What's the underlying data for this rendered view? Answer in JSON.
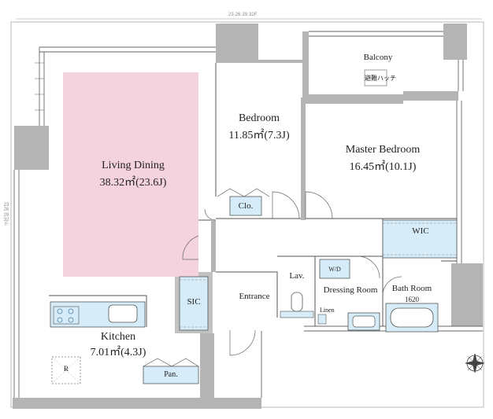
{
  "dimension_marks": {
    "top": "23·26·29·32F",
    "left": [
      "23",
      "26",
      "29",
      "32",
      "F"
    ]
  },
  "rooms": {
    "balcony": {
      "name": "Balcony",
      "tag": "避難ハッチ"
    },
    "living_dining": {
      "name": "Living Dining",
      "area": "38.32㎡(23.6J)"
    },
    "bedroom": {
      "name": "Bedroom",
      "area": "11.85㎡(7.3J)"
    },
    "master_bedroom": {
      "name": "Master Bedroom",
      "area": "16.45㎡(10.1J)"
    },
    "kitchen": {
      "name": "Kitchen",
      "area": "7.01㎡(4.3J)"
    },
    "entrance": {
      "name": "Entrance"
    },
    "lavatory": {
      "name": "Lav."
    },
    "dressing_room": {
      "name": "Dressing Room"
    },
    "bath_room": {
      "name": "Bath Room",
      "size": "1620"
    }
  },
  "storage": {
    "closet": "Clo.",
    "wic": "WIC",
    "sic": "SIC",
    "pantry": "Pan.",
    "refrigerator": "R",
    "washer_dryer": "W/D",
    "linen": "Linen"
  },
  "colors": {
    "living_fill": "#f5d3de",
    "fixture_fill": "#d6ecf8",
    "wall": "#b4b4b4",
    "line": "#555555"
  }
}
